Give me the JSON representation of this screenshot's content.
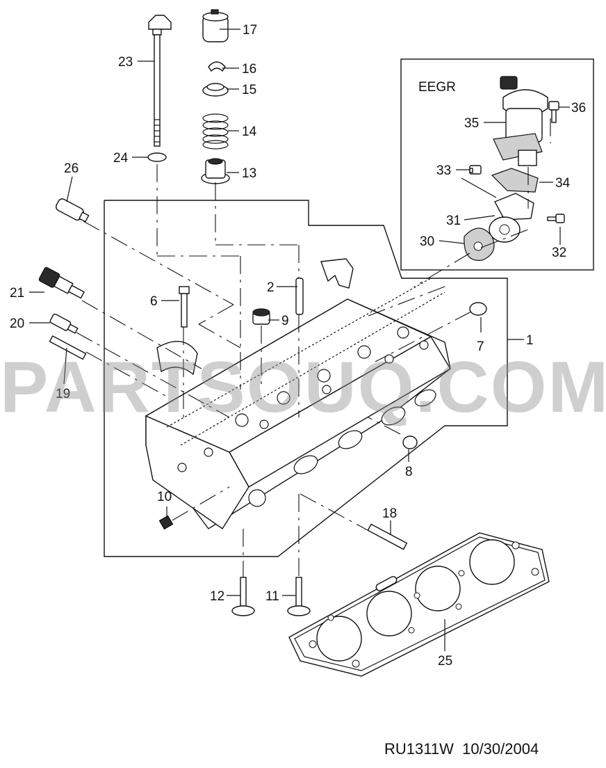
{
  "section_label": "EEGR",
  "watermark": "PARTSOUQ.COM",
  "footer": {
    "code": "RU1311W",
    "date": "10/30/2004"
  },
  "callouts": [
    {
      "id": "17",
      "text": "17"
    },
    {
      "id": "16",
      "text": "16"
    },
    {
      "id": "15",
      "text": "15"
    },
    {
      "id": "14",
      "text": "14"
    },
    {
      "id": "13",
      "text": "13"
    },
    {
      "id": "23",
      "text": "23"
    },
    {
      "id": "24",
      "text": "24"
    },
    {
      "id": "26",
      "text": "26"
    },
    {
      "id": "21",
      "text": "21"
    },
    {
      "id": "20",
      "text": "20"
    },
    {
      "id": "19",
      "text": "19"
    },
    {
      "id": "6",
      "text": "6"
    },
    {
      "id": "2",
      "text": "2"
    },
    {
      "id": "9",
      "text": "9"
    },
    {
      "id": "1",
      "text": "1"
    },
    {
      "id": "7",
      "text": "7"
    },
    {
      "id": "8",
      "text": "8"
    },
    {
      "id": "10",
      "text": "10"
    },
    {
      "id": "18",
      "text": "18"
    },
    {
      "id": "12",
      "text": "12"
    },
    {
      "id": "11",
      "text": "11"
    },
    {
      "id": "25",
      "text": "25"
    },
    {
      "id": "36",
      "text": "36"
    },
    {
      "id": "35",
      "text": "35"
    },
    {
      "id": "33",
      "text": "33"
    },
    {
      "id": "34",
      "text": "34"
    },
    {
      "id": "31",
      "text": "31"
    },
    {
      "id": "30",
      "text": "30"
    },
    {
      "id": "32",
      "text": "32"
    }
  ]
}
